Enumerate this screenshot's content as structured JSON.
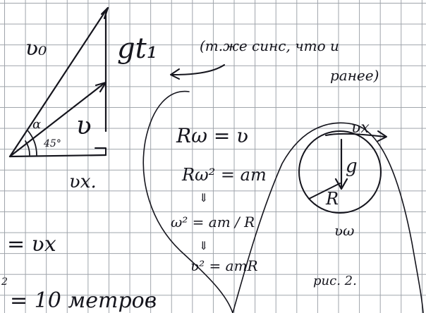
{
  "vector_figure": {
    "v0_label": "ʋ₀",
    "angle_label": "α",
    "angle_value": "45°",
    "v_label": "ʋ",
    "vx_label": "ʋx.",
    "gt_label": "gt₁"
  },
  "note": {
    "line1": "(т.же  синс, что и",
    "line2": "ранее)"
  },
  "equations": {
    "eq1": "Rω = ʋ",
    "eq2": "Rω² = aт",
    "eq3": "ω² = aт / R",
    "eq4": "ʋ² = aтR"
  },
  "circle_figure": {
    "vx_label": "ʋx",
    "g_label": "g",
    "r_label": "R",
    "omega_label": "ʋω",
    "caption": "рис. 2."
  },
  "bottom": {
    "line1": "= ʋx",
    "line2": "= 10 метров",
    "superscript": "2"
  }
}
